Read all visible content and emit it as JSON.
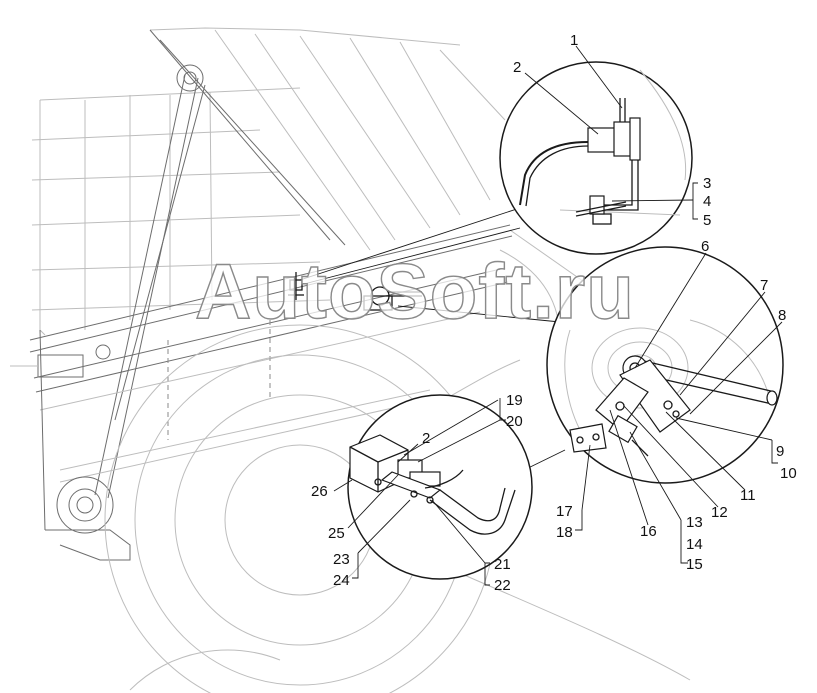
{
  "watermark": "AutoSoft.ru",
  "callouts": {
    "c1": "1",
    "c2": "2",
    "c3": "3",
    "c4": "4",
    "c5": "5",
    "c6": "6",
    "c7": "7",
    "c8": "8",
    "c9": "9",
    "c10": "10",
    "c11": "11",
    "c12": "12",
    "c13": "13",
    "c14": "14",
    "c15": "15",
    "c16": "16",
    "c17": "17",
    "c18": "18",
    "c19": "19",
    "c20": "20",
    "c21": "21",
    "c22": "22",
    "c23": "23",
    "c24": "24",
    "c25": "25",
    "c26": "26",
    "c2b": "2"
  },
  "colors": {
    "ink": "#1a1a1a",
    "background": "#ffffff",
    "watermark_outline": "#8a8a8a"
  }
}
